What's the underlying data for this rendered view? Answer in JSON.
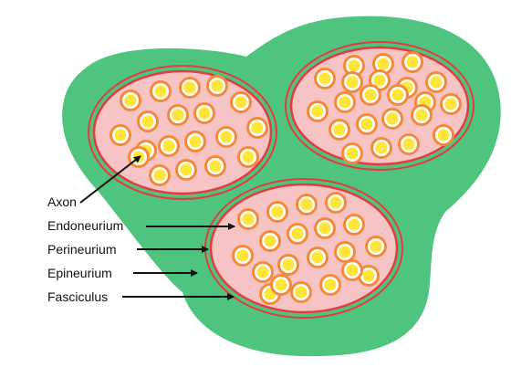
{
  "colors": {
    "epineurium": "#4fc47f",
    "fascicle_fill": "#f6c4c4",
    "perineurium_stroke": "#e23c3c",
    "endoneurium_ring": "#f28a3a",
    "axon_white": "#ffffff",
    "axon_core": "#ffe53a",
    "arrow": "#111111",
    "background": "#ffffff"
  },
  "labels": {
    "axon": "Axon",
    "endoneurium": "Endoneurium",
    "perineurium": "Perineurium",
    "epineurium": "Epineurium",
    "fasciculus": "Fasciculus"
  }
}
